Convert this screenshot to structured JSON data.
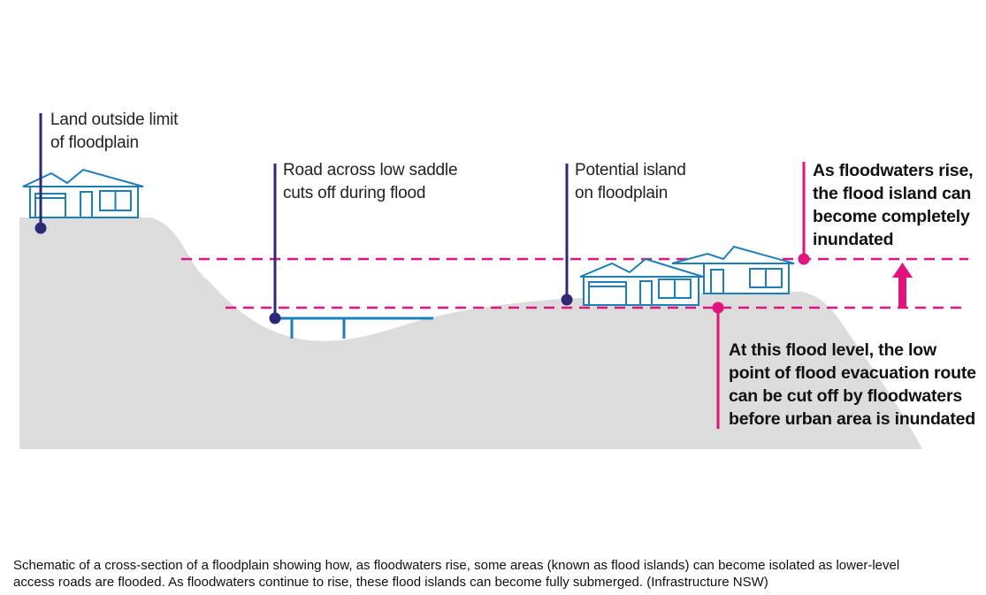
{
  "colors": {
    "ground": "#dcdcdd",
    "callout_line": "#2e2878",
    "flood_line": "#e0147c",
    "house_outline": "#1c7fb6"
  },
  "labels": {
    "land_outside": [
      "Land outside limit",
      "of floodplain"
    ],
    "road_saddle": [
      "Road across low saddle",
      "cuts off during flood"
    ],
    "potential_island": [
      "Potential island",
      "on floodplain"
    ],
    "floodwaters_rise": [
      "As floodwaters rise,",
      "the flood island can",
      "become completely",
      "inundated"
    ],
    "low_point": [
      "At this flood level, the low",
      "point of flood evacuation route",
      "can be cut off by floodwaters",
      "before urban area is inundated"
    ]
  },
  "caption": [
    "Schematic of a cross-section of a floodplain showing how, as floodwaters rise, some areas (known as flood islands) can become isolated as lower-level",
    "access roads are flooded. As floodwaters continue to rise, these flood islands can become fully submerged. (Infrastructure NSW)"
  ],
  "icons": [
    "house-icon",
    "upward-arrow-icon"
  ]
}
